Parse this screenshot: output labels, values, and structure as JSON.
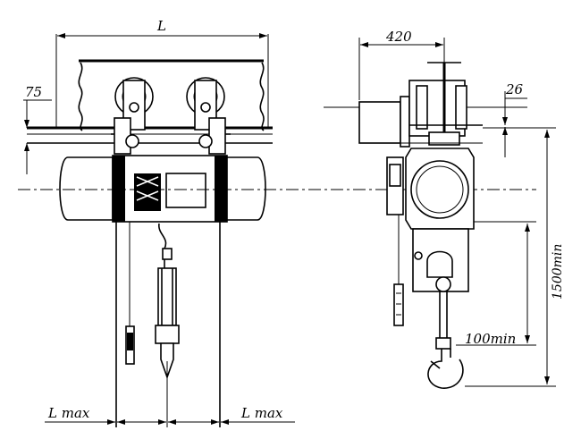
{
  "dimensions": {
    "span_L": "L",
    "top_clearance": "75",
    "trolley_width": "420",
    "side_offset": "26",
    "lift_height": "1500min",
    "hook_gap": "100min",
    "left_approach": "L max",
    "right_approach": "L max"
  },
  "colors": {
    "line": "#000000",
    "background": "#ffffff"
  }
}
